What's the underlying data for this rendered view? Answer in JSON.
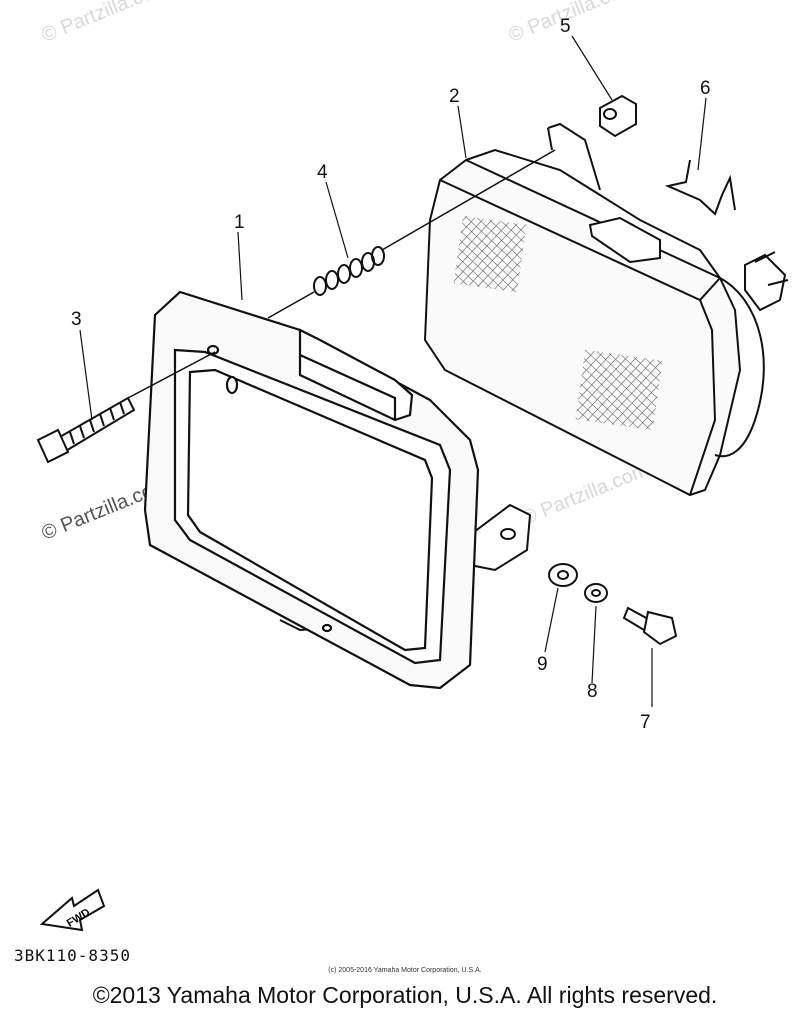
{
  "watermark": "© Partzilla.com",
  "callouts": [
    "1",
    "2",
    "3",
    "4",
    "5",
    "6",
    "7",
    "8",
    "9"
  ],
  "direction_label": "FWD",
  "diagram_code": "3BK110-8350",
  "small_copyright": "(c) 2005-2016 Yamaha Motor Corporation, U.S.A.",
  "footer_copyright": "©2013 Yamaha Motor Corporation, U.S.A. All rights reserved."
}
